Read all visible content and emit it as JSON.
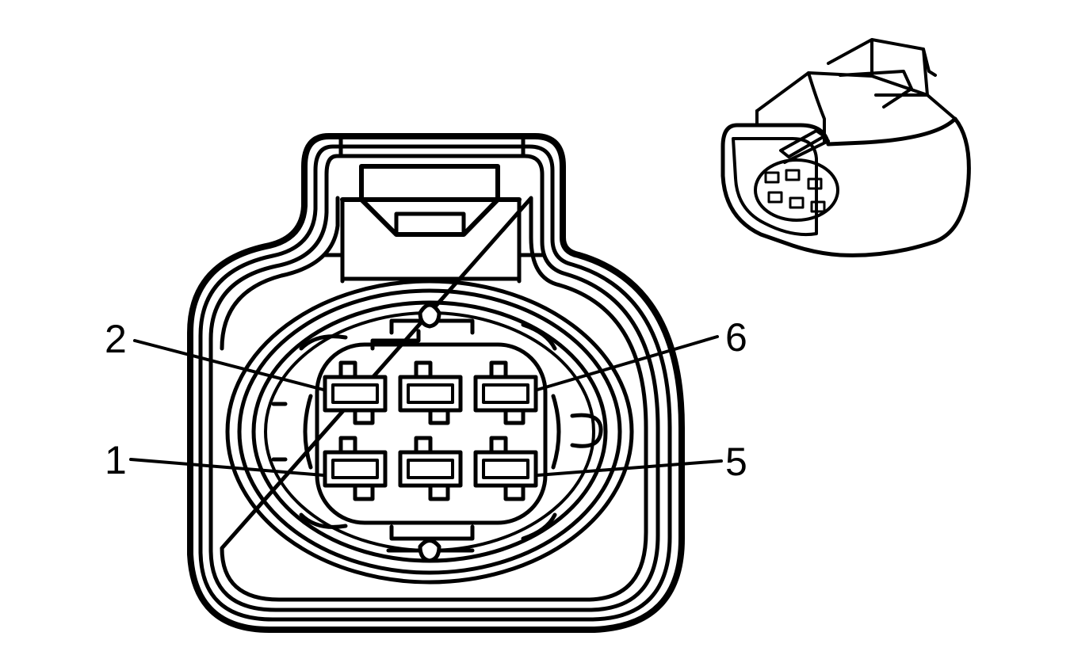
{
  "diagram": {
    "pin_labels": {
      "pin_2": "2",
      "pin_6": "6",
      "pin_1": "1",
      "pin_5": "5"
    },
    "colors": {
      "line": "#000000",
      "background": "#ffffff"
    }
  }
}
